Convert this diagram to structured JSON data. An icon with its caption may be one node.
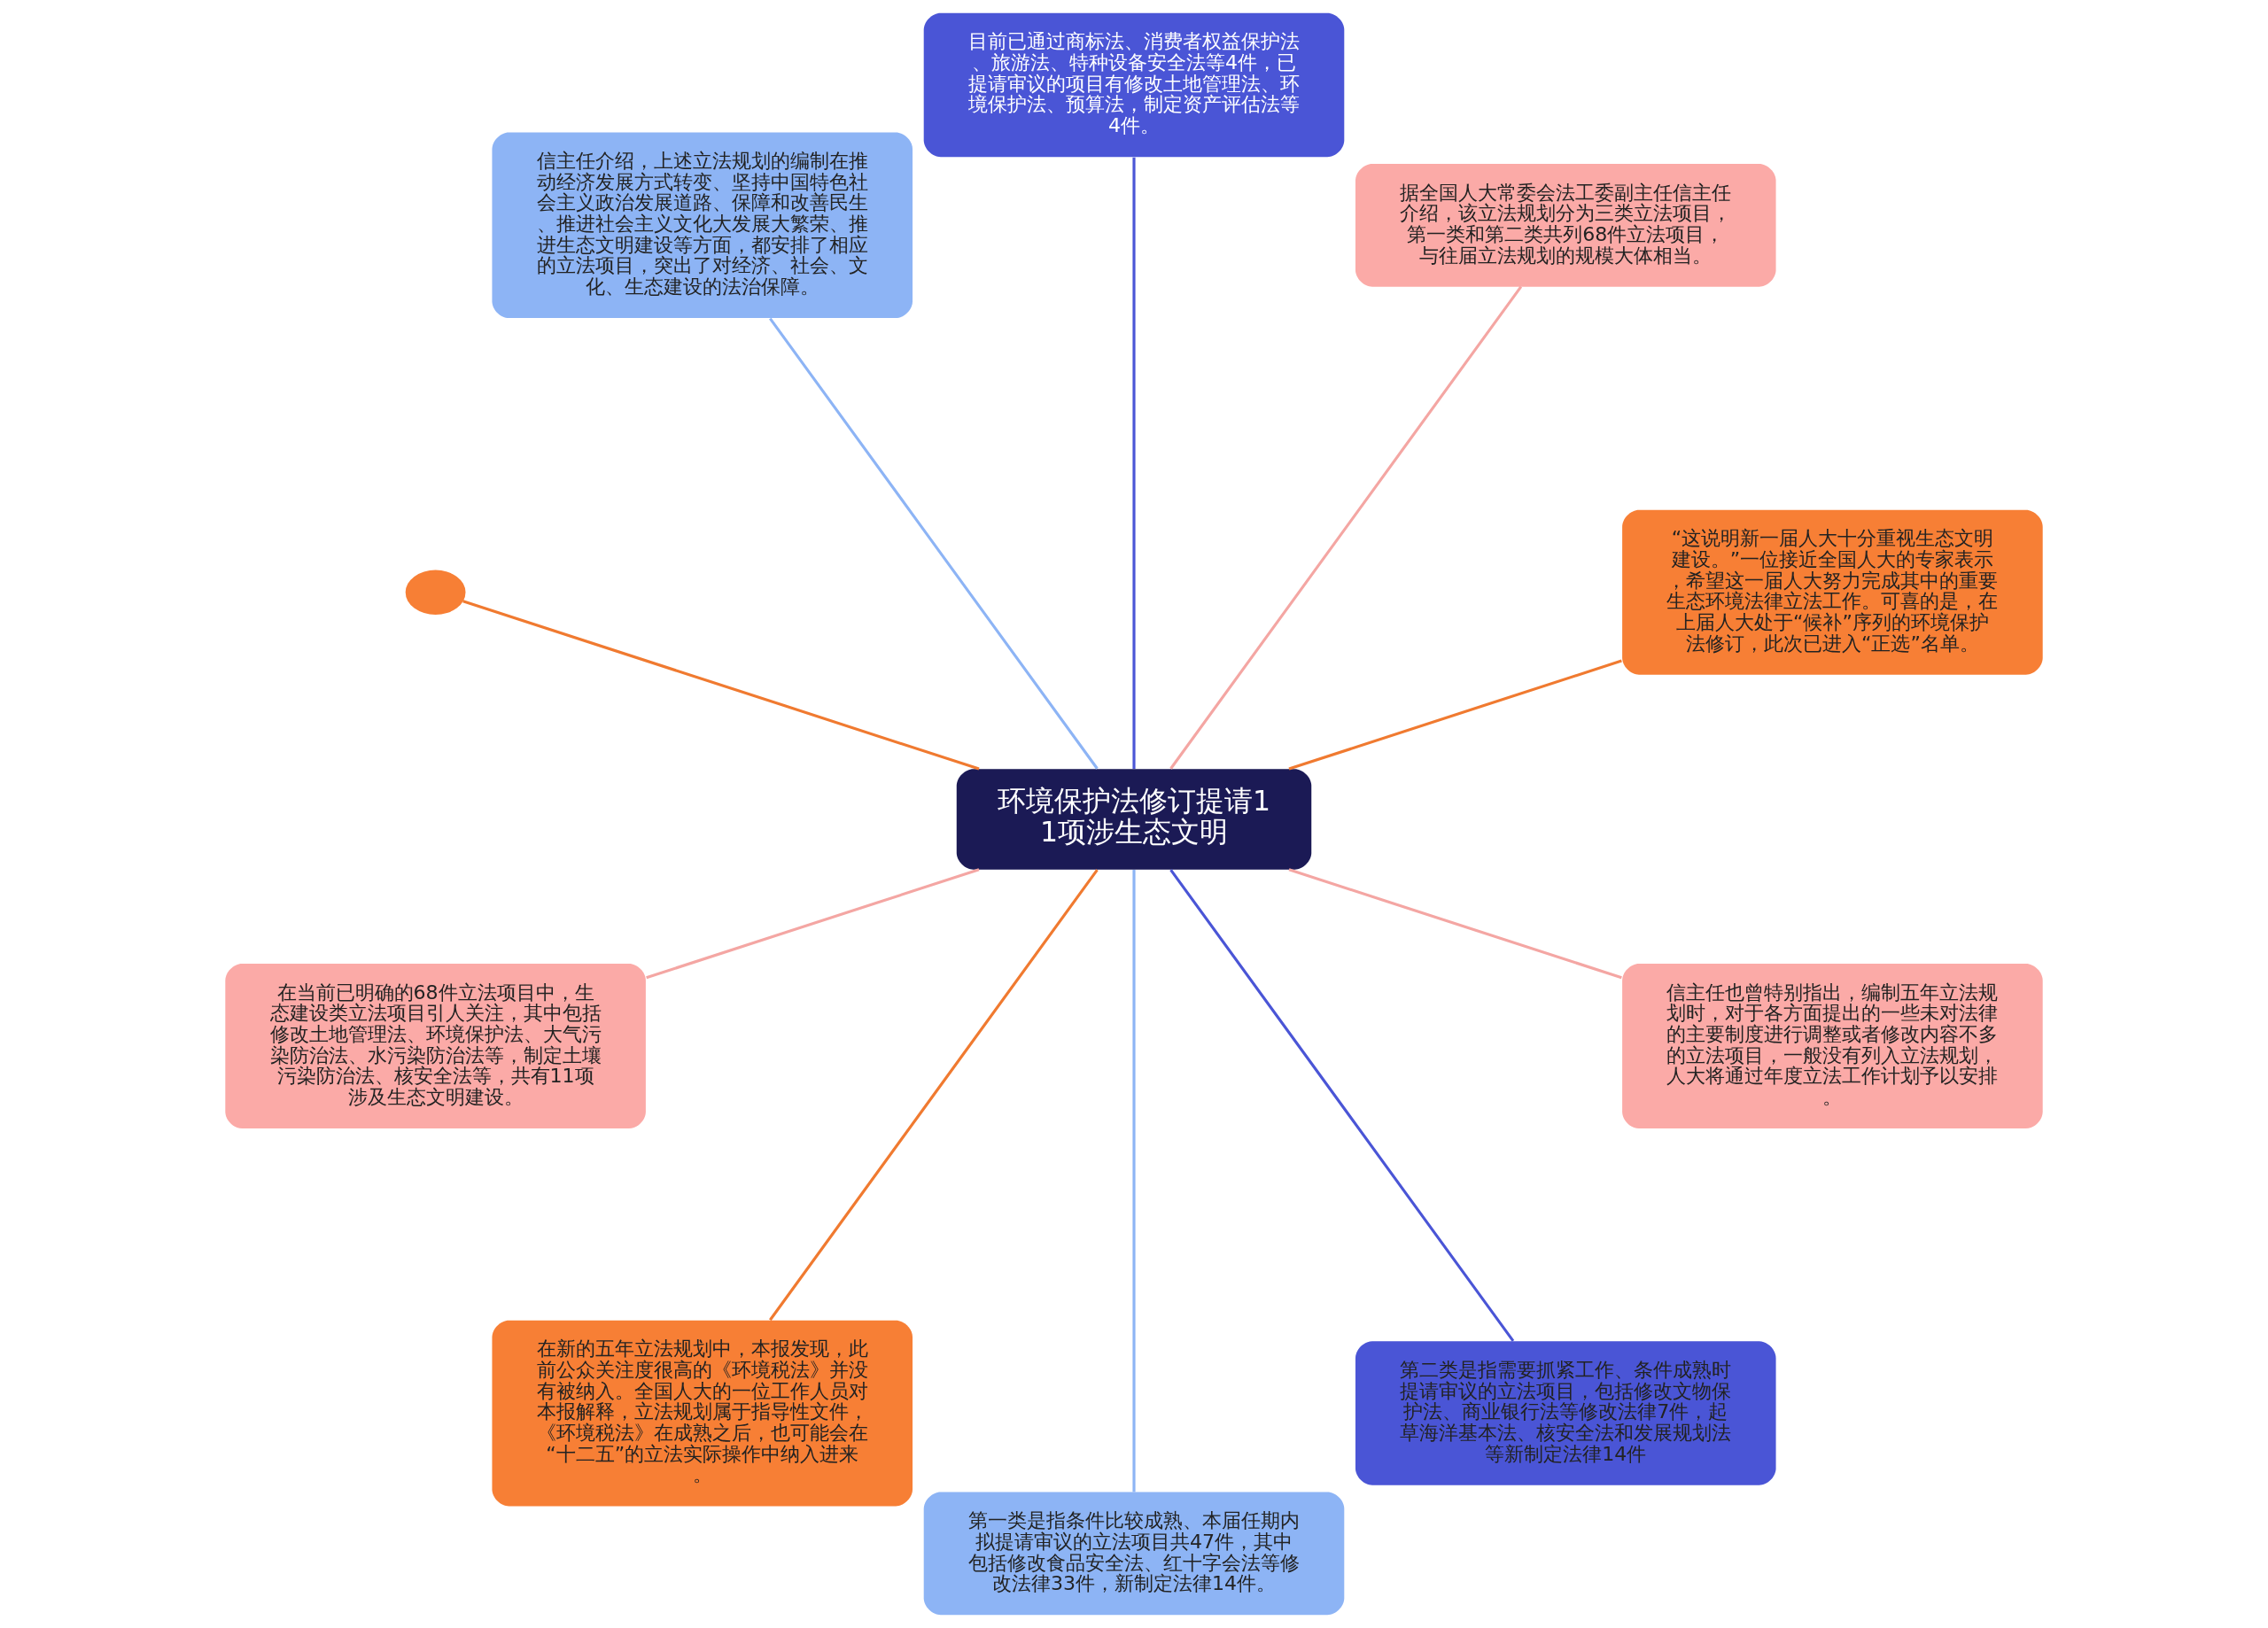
{
  "diagram": {
    "nodes": [
      {
        "text": [
          "环境保护法修订提请11项涉生态文明"
        ]
      },
      {
        "text": [
          "“这说明新一届人大十分重视生态文明建设。”一位接近全国人大的专家表示，希望这一届人大努力完成其中的重要生态环境法律立法工作。可喜的是，在上届人大处于“候补”序列的环境保护法修订，此次已进入“正选”名单。"
        ]
      },
      {
        "text": [
          "据全国人大常委会法工委副主任信主任介绍，该立法规划分为三类立法项目，第一类和第二类共列68件立法项目，与往届立法规划的规模大体相当。"
        ]
      },
      {
        "text": [
          "目前已通过商标法、消费者权益保护法、旅游法、特种设备安全法等4件，已提请审议的项目有修改土地管理法、环境保护法、预算法，制定资产评估法等4件。"
        ]
      },
      {
        "text": [
          "信主任介绍，上述立法规划的编制在推动经济发展方式转变、坚持中国特色社会主义政治发展道路、保障和改善民生、推进社会主义文化大发展大繁荣、推进生态文明建设等方面，都安排了相应的立法项目，突出了对经济、社会、文化、生态建设的法治保障。"
        ]
      },
      {
        "text": [],
        "shape": "circle"
      },
      {
        "text": [
          "在当前已明确的68件立法项目中，生态建设类立法项目引人关注，其中包括修改土地管理法、环境保护法、大气污染防治法、水污染防治法等，制定土壤污染防治法、核安全法等，共有11项涉及生态文明建设。"
        ]
      },
      {
        "text": [
          "在新的五年立法规划中，本报发现，此前公众关注度很高的《环境税法》并没有被纳入。全国人大的一位工作人员对本报解释，立法规划属于指导性文件，《环境税法》在成熟之后，也可能会在“十二五”的立法实际操作中纳入进来。"
        ]
      },
      {
        "text": [
          "第一类是指条件比较成熟、本届任期内拟提请审议的立法项目共47件，其中包括修改食品安全法、红十字会法等修改法律33件，新制定法律14件。"
        ]
      },
      {
        "text": [
          "第二类是指需要抓紧工作、条件成熟时提请审议的立法项目，包括修改文物保护法、商业银行法等修改法律7件，起草海洋基本法、核安全法和发展规划法等新制定法律14件"
        ]
      },
      {
        "text": [
          "信主任也曾特别指出，编制五年立法规划时，对于各方面提出的一些未对法律的主要制度进行调整或者修改内容不多的立法项目，一般没有列入立法规划，人大将通过年度立法工作计划予以安排。"
        ]
      }
    ],
    "edges": [
      {
        "from": 0,
        "to": 1,
        "arrow": "none",
        "color": "#f07a30"
      },
      {
        "from": 0,
        "to": 2,
        "arrow": "none",
        "color": "#f4a6a3"
      },
      {
        "from": 0,
        "to": 3,
        "arrow": "none",
        "color": "#4a55d6"
      },
      {
        "from": 0,
        "to": 4,
        "arrow": "none",
        "color": "#8db4f5"
      },
      {
        "from": 0,
        "to": 5,
        "arrow": "none",
        "color": "#f07a30"
      },
      {
        "from": 0,
        "to": 6,
        "arrow": "none",
        "color": "#f4a6a3"
      },
      {
        "from": 0,
        "to": 7,
        "arrow": "none",
        "color": "#f07a30"
      },
      {
        "from": 0,
        "to": 8,
        "arrow": "none",
        "color": "#8db4f5"
      },
      {
        "from": 0,
        "to": 9,
        "arrow": "none",
        "color": "#4a55d6"
      },
      {
        "from": 0,
        "to": 10,
        "arrow": "none",
        "color": "#f4a6a3"
      }
    ]
  }
}
